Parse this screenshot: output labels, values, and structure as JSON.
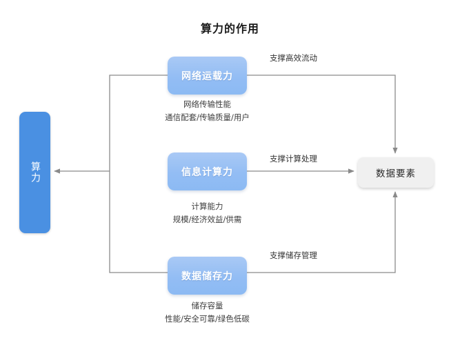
{
  "diagram": {
    "title": "算力的作用",
    "source_node": {
      "label": "算力",
      "orientation": "vertical",
      "color": "#4a90e2"
    },
    "target_node": {
      "label": "数据要素",
      "color": "#f0f0f0"
    },
    "capabilities": [
      {
        "id": "network",
        "label": "网络运载力",
        "caption_line1": "网络传输性能",
        "caption_line2": "通信配套/传输质量/用户",
        "edge_label": "支撑高效流动",
        "color": "#93bdf4"
      },
      {
        "id": "compute",
        "label": "信息计算力",
        "caption_line1": "计算能力",
        "caption_line2": "规模/经济效益/供需",
        "edge_label": "支撑计算处理",
        "color": "#93bdf4"
      },
      {
        "id": "storage",
        "label": "数据储存力",
        "caption_line1": "储存容量",
        "caption_line2": "性能/安全可靠/绿色低碳",
        "edge_label": "支撑储存管理",
        "color": "#93bdf4"
      }
    ],
    "connector_color": "#8a8a8a",
    "background": "#ffffff"
  }
}
